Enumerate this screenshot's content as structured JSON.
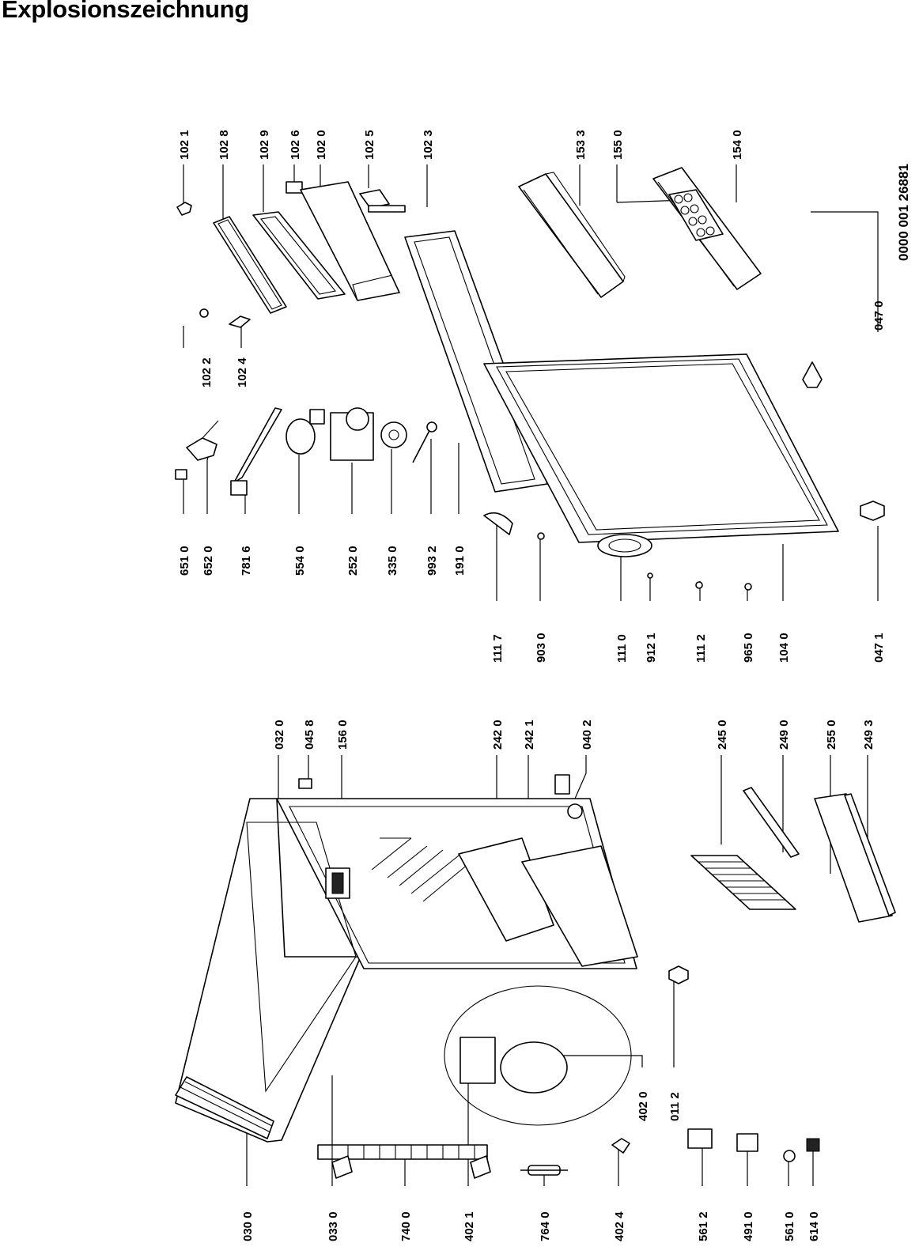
{
  "title": "Explosionszeichnung",
  "doc_number": "0000 001 26881",
  "part_labels": [
    "102 1",
    "102 8",
    "102 9",
    "102 6",
    "102 0",
    "102 5",
    "102 3",
    "153 3",
    "155 0",
    "154 0",
    "047 0",
    "102 2",
    "102 4",
    "651 0",
    "652 0",
    "781 6",
    "554 0",
    "252 0",
    "335 0",
    "993 2",
    "191 0",
    "111 7",
    "903 0",
    "111 0",
    "912 1",
    "111 2",
    "965 0",
    "104 0",
    "047 1",
    "032 0",
    "045 8",
    "156 0",
    "242 0",
    "242 1",
    "040 2",
    "245 0",
    "249 0",
    "255 0",
    "249 3",
    "402 0",
    "011 2",
    "030 0",
    "033 0",
    "740 0",
    "402 1",
    "764 0",
    "402 4",
    "561 2",
    "491 0",
    "561 0",
    "614 0"
  ]
}
